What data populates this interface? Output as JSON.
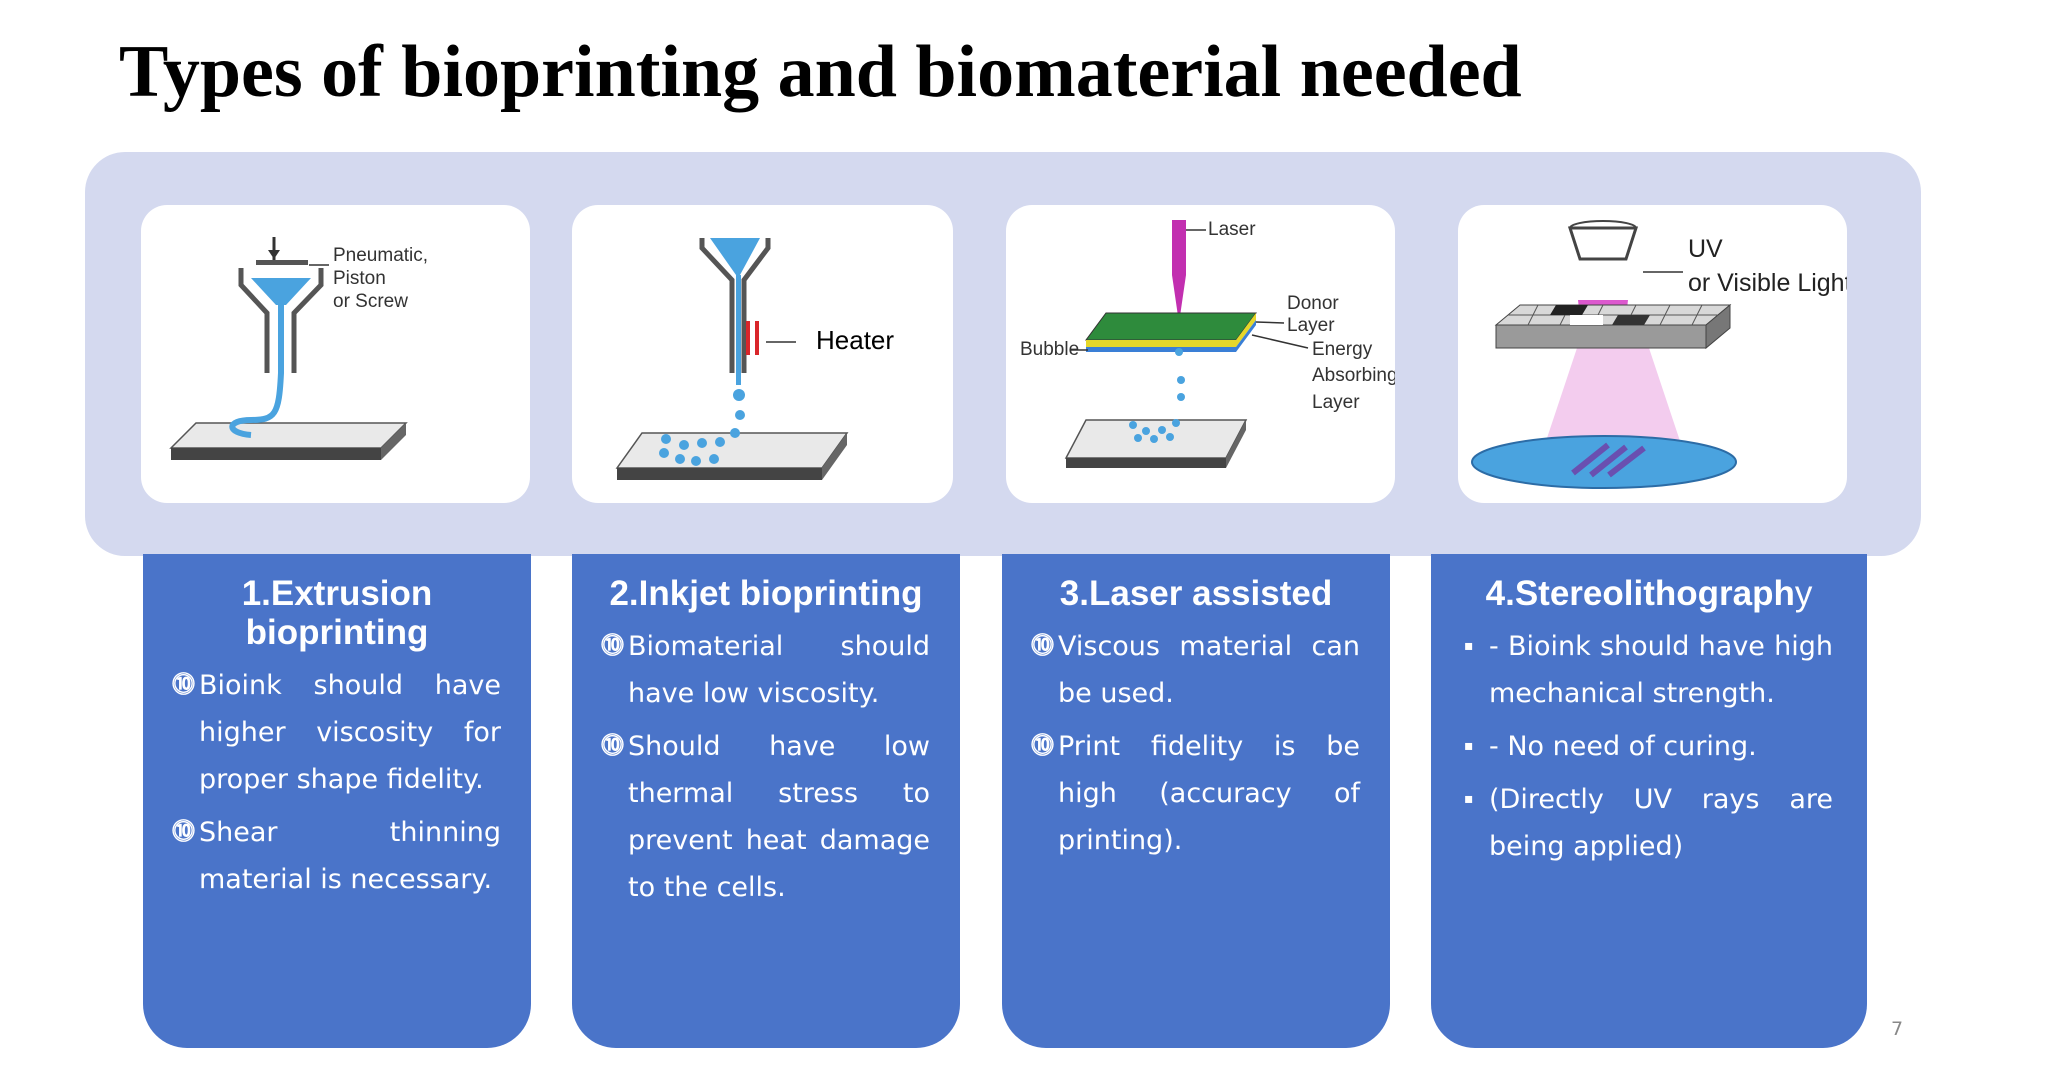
{
  "title": "Types of bioprinting and biomaterial needed",
  "page_number": "7",
  "images": {
    "extrusion": {
      "label_line1": "Pneumatic,",
      "label_line2": "Piston",
      "label_line3": "or Screw"
    },
    "inkjet": {
      "label": "Heater"
    },
    "laser": {
      "laser": "Laser",
      "donor_1": "Donor",
      "donor_2": "Layer",
      "energy_1": "Energy",
      "energy_2": "Absorbing",
      "energy_3": "Layer",
      "bubble": "Bubble"
    },
    "stereo": {
      "line1": "UV",
      "line2": "or Visible Light"
    }
  },
  "panels": [
    {
      "title_line1": "1.Extrusion",
      "title_line2": "bioprinting",
      "bullet_marker": "⓾",
      "items": [
        "Bioink should have higher viscosity for proper shape fidelity.",
        "Shear thinning material is necessary."
      ]
    },
    {
      "title": "2.Inkjet bioprinting",
      "bullet_marker": "⓾",
      "items": [
        "Biomaterial should have low viscosity.",
        "Should have low thermal stress to prevent heat damage to the cells."
      ]
    },
    {
      "title": "3.Laser assisted",
      "bullet_marker": "⓾",
      "items": [
        "Viscous material can be used.",
        "Print fidelity is  be high (accuracy of printing)."
      ]
    },
    {
      "title_main": "4.Stereolithograph",
      "title_tail": "y",
      "bullet_marker": "▪",
      "items": [
        "-  Bioink should have high mechanical strength.",
        "-  No need of curing.",
        "  (Directly UV rays are being applied)"
      ]
    }
  ],
  "colors": {
    "panel": "#4a74c9",
    "banner": "#d4d9ef",
    "ink": "#4aa3df",
    "heater": "#d9262b",
    "laser": "#c22fb0",
    "donor": "#2e8b3c"
  }
}
